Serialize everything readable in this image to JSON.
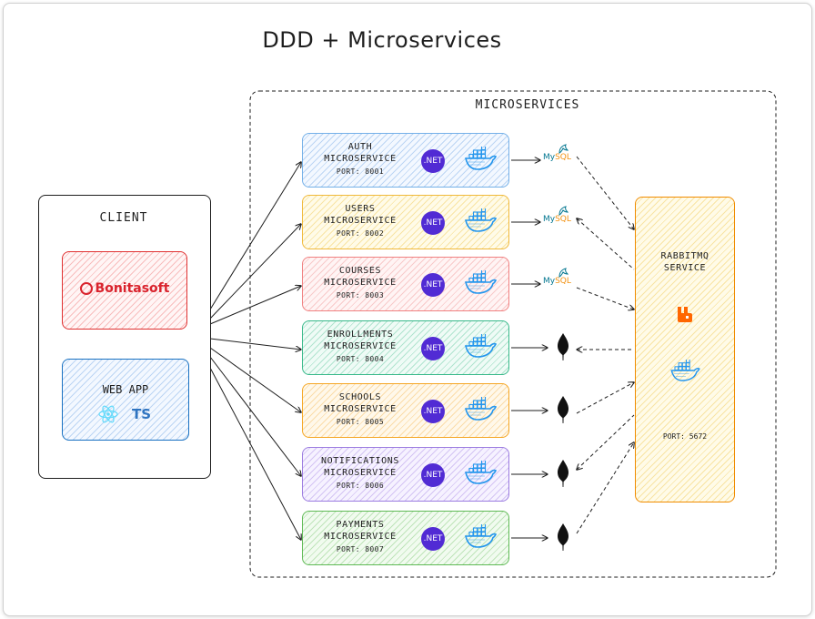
{
  "title": "DDD + Microservices",
  "microservices_label": "MICROSERVICES",
  "client": {
    "label": "CLIENT",
    "bonita": "Bonitasoft",
    "webapp_label": "WEB APP",
    "ts": "TS"
  },
  "services": [
    {
      "name1": "AUTH",
      "name2": "MICROSERVICE",
      "port": "PORT: 8001",
      "net": ".NET",
      "db": "mysql",
      "border": "#74b0e8"
    },
    {
      "name1": "USERS",
      "name2": "MICROSERVICE",
      "port": "PORT: 8002",
      "net": ".NET",
      "db": "mysql",
      "border": "#f0b93a"
    },
    {
      "name1": "COURSES",
      "name2": "MICROSERVICE",
      "port": "PORT: 8003",
      "net": ".NET",
      "db": "mysql",
      "border": "#f08080"
    },
    {
      "name1": "ENROLLMENTS",
      "name2": "MICROSERVICE",
      "port": "PORT: 8004",
      "net": ".NET",
      "db": "mongo",
      "border": "#38b98a"
    },
    {
      "name1": "SCHOOLS",
      "name2": "MICROSERVICE",
      "port": "PORT: 8005",
      "net": ".NET",
      "db": "mongo",
      "border": "#f5a623"
    },
    {
      "name1": "NOTIFICATIONS",
      "name2": "MICROSERVICE",
      "port": "PORT: 8006",
      "net": ".NET",
      "db": "mongo",
      "border": "#9b7be0"
    },
    {
      "name1": "PAYMENTS",
      "name2": "MICROSERVICE",
      "port": "PORT: 8007",
      "net": ".NET",
      "db": "mongo",
      "border": "#5fba55"
    }
  ],
  "mysql": {
    "my": "My",
    "sql": "SQL"
  },
  "rabbit": {
    "label1": "RABBITMQ",
    "label2": "SERVICE",
    "port": "PORT: 5672"
  },
  "colors": {
    "docker": "#2496ed",
    "net": "#512bd4",
    "rabbit": "#ff6600",
    "react": "#61dafb"
  },
  "icons": [
    "docker-icon",
    "dotnet-icon",
    "mysql-icon",
    "mongodb-icon",
    "rabbitmq-icon",
    "react-icon",
    "bonitasoft-icon"
  ]
}
